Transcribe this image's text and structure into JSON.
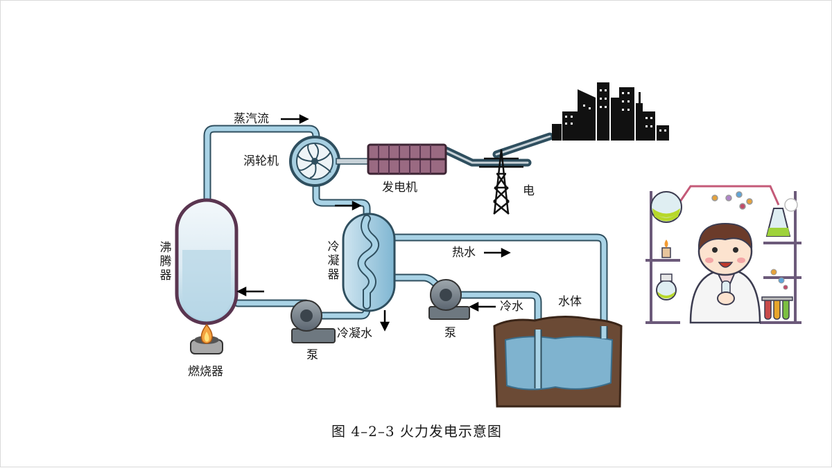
{
  "labels": {
    "steam_flow": "蒸汽流",
    "turbine": "涡轮机",
    "generator": "发电机",
    "electricity": "电",
    "boiler": "沸腾器",
    "burner": "燃烧器",
    "condenser": "冷凝器",
    "hot_water": "热水",
    "cold_water": "冷水",
    "condensate": "冷凝水",
    "pump_left": "泵",
    "pump_right": "泵",
    "water_body": "水体"
  },
  "caption": "图 4–2–3  火力发电示意图",
  "colors": {
    "pipe": "#a9d3e6",
    "pipe_outline": "#2f4f5f",
    "vessel_outline": "#5a3550",
    "water": "#7fb3cf",
    "earth": "#6b4a35",
    "generator": "#9a6a82"
  },
  "icons": [
    "flame-icon",
    "turbine-icon",
    "pump-icon",
    "power-tower-icon",
    "city-skyline-icon",
    "scientist-illustration"
  ]
}
